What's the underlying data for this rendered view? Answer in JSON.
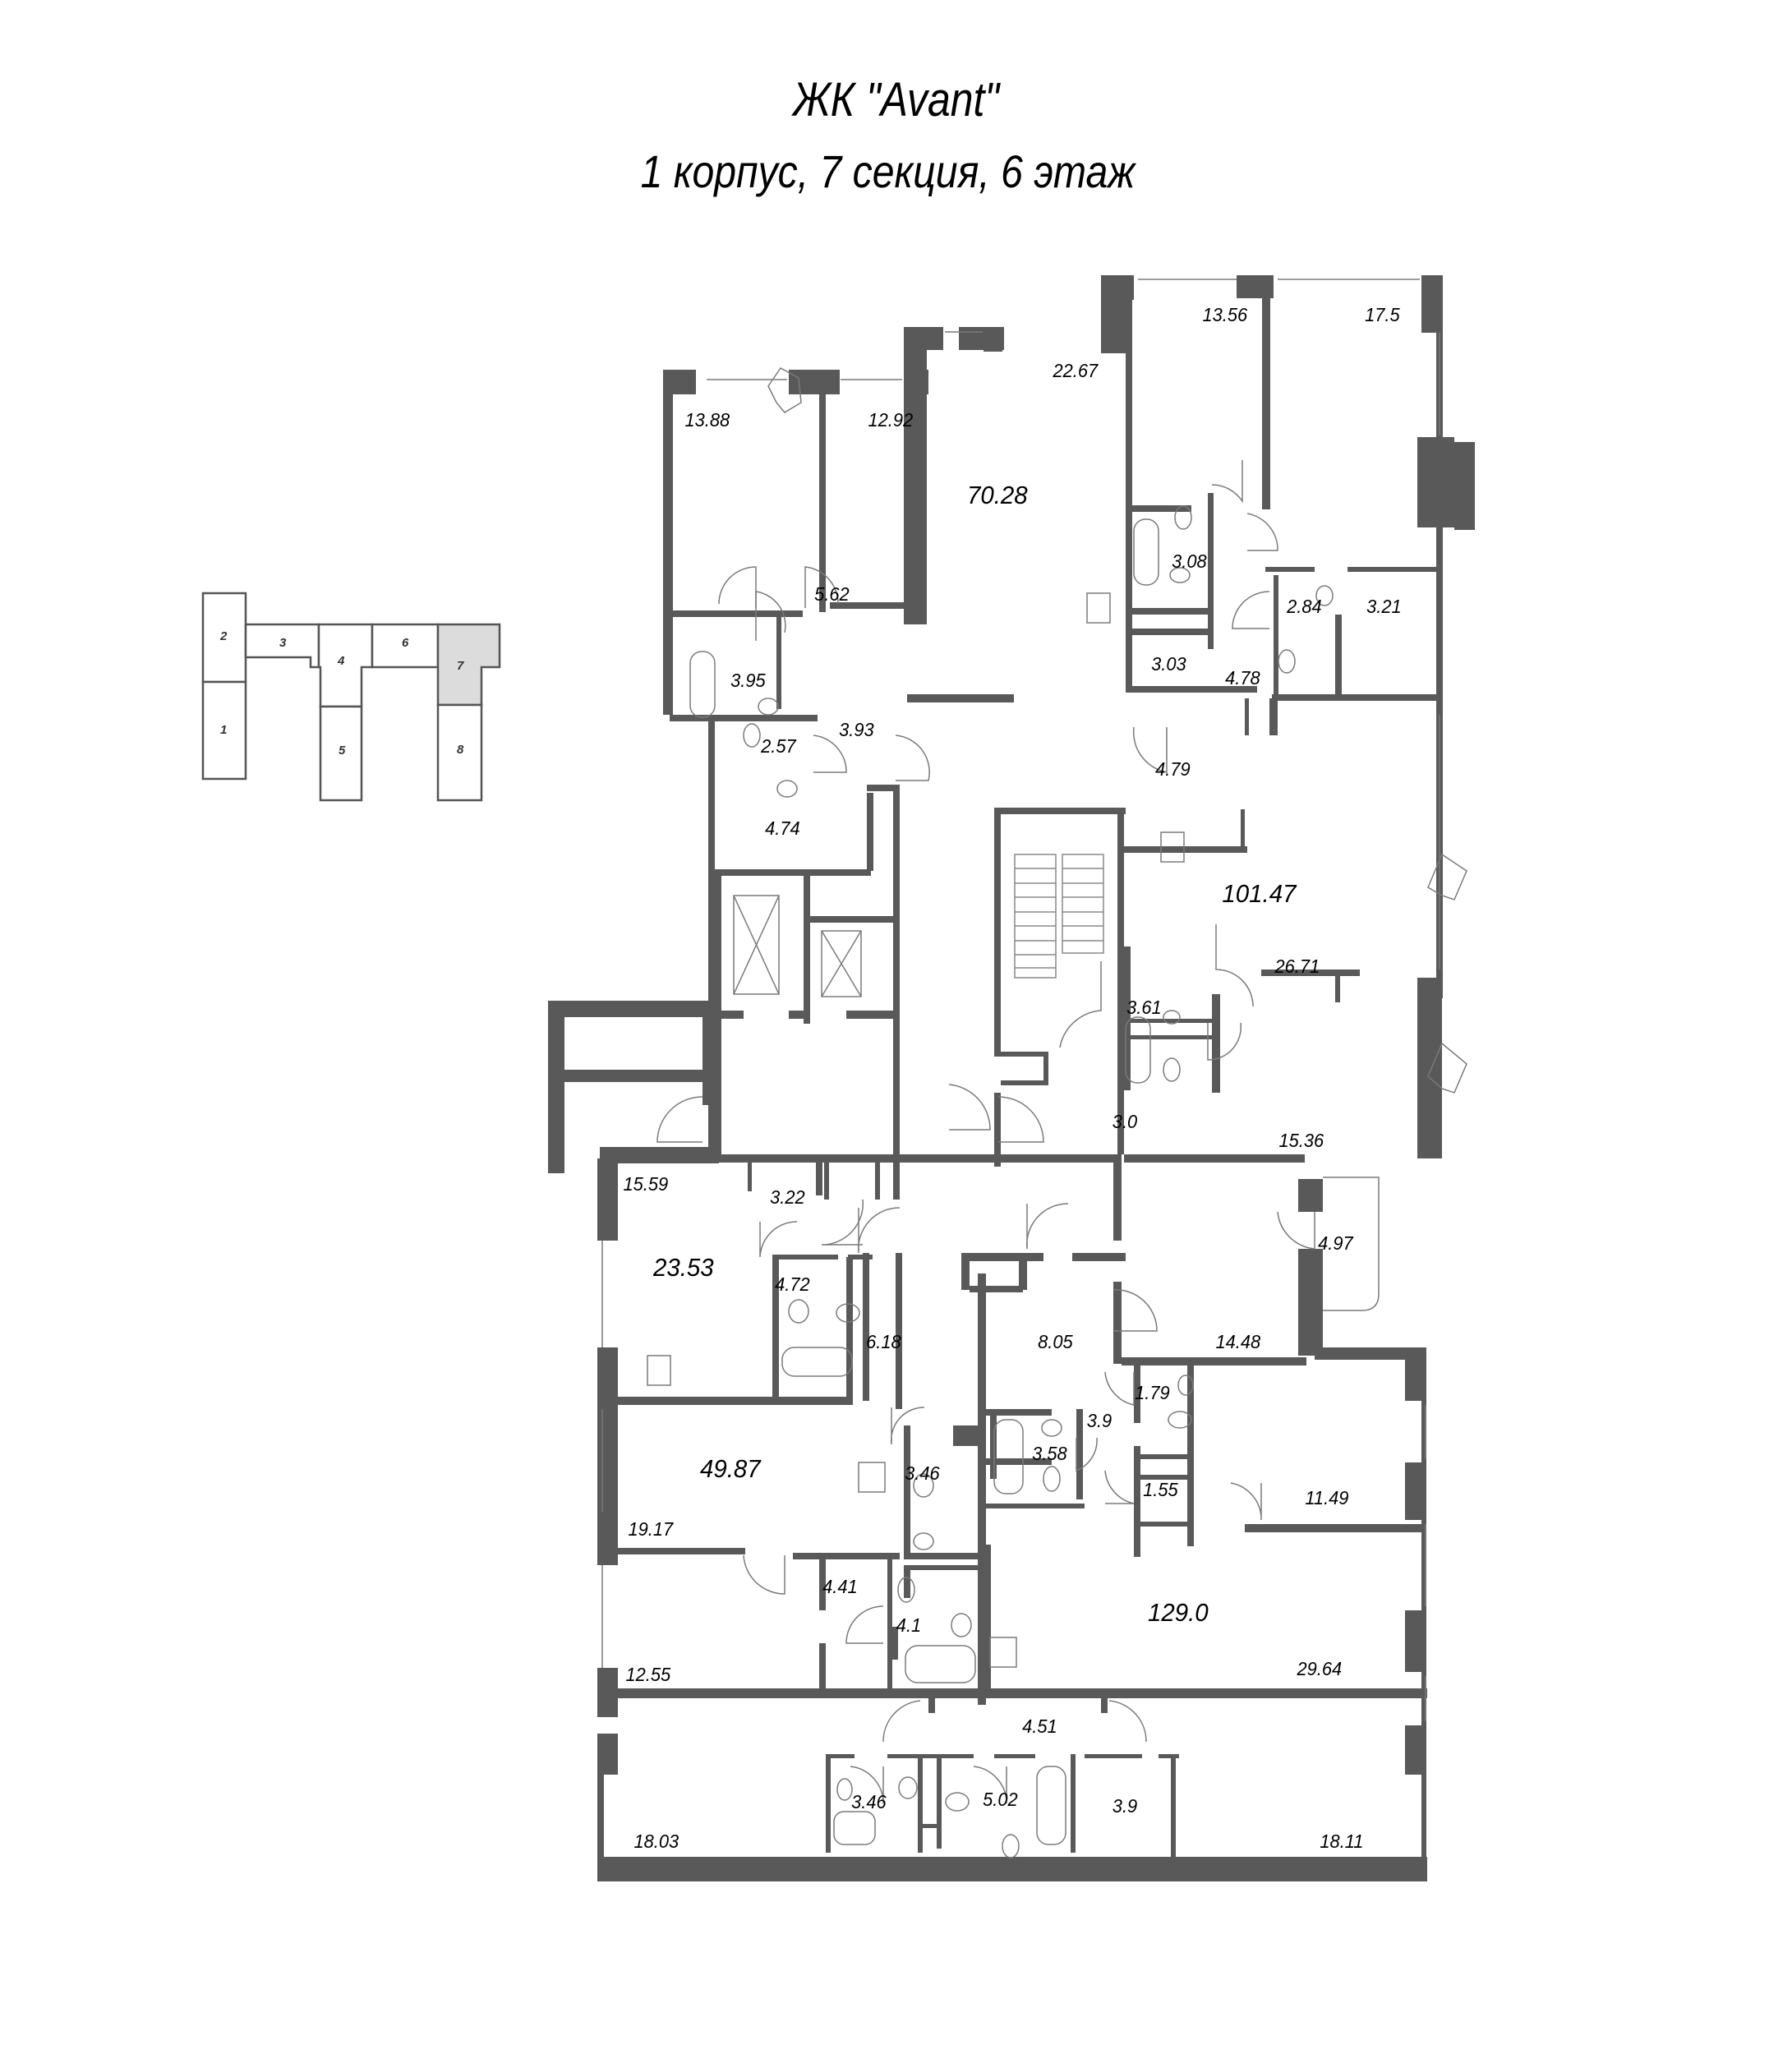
{
  "header": {
    "complex_name": "ЖК \"Avant\"",
    "location": "1 корпус, 7 секция, 6 этаж"
  },
  "key_plan": {
    "sections": [
      "1",
      "2",
      "3",
      "4",
      "5",
      "6",
      "7",
      "8"
    ],
    "highlighted_section": "7",
    "highlight_color": "#dcdcdc"
  },
  "colors": {
    "wall": "#595959",
    "line": "#7a7a7a",
    "background": "#ffffff"
  },
  "apartments": [
    {
      "id": "apt-70",
      "total_area": "70.28",
      "rooms": [
        "13.88",
        "12.92",
        "22.67",
        "5.62",
        "3.95",
        "2.57",
        "3.93",
        "4.74"
      ]
    },
    {
      "id": "apt-101",
      "total_area": "101.47",
      "rooms": [
        "13.56",
        "17.5",
        "3.08",
        "3.03",
        "2.84",
        "3.21",
        "4.78",
        "4.79",
        "26.71",
        "3.61",
        "3.0",
        "15.36"
      ]
    },
    {
      "id": "apt-23",
      "total_area": "23.53",
      "rooms": [
        "15.59",
        "3.22",
        "4.72"
      ]
    },
    {
      "id": "apt-49",
      "total_area": "49.87",
      "rooms": [
        "6.18",
        "3.46",
        "19.17",
        "12.55",
        "4.41",
        "4.1"
      ]
    },
    {
      "id": "apt-129",
      "total_area": "129.0",
      "rooms": [
        "8.05",
        "14.48",
        "4.97",
        "1.79",
        "3.9",
        "3.58",
        "1.55",
        "11.49",
        "29.64",
        "4.51",
        "18.03",
        "3.46",
        "5.02",
        "3.9",
        "18.11"
      ]
    }
  ],
  "labels": {
    "a70_total": "70.28",
    "r13_88": "13.88",
    "r12_92": "12.92",
    "r22_67": "22.67",
    "r5_62": "5.62",
    "r3_95": "3.95",
    "r2_57": "2.57",
    "r3_93": "3.93",
    "r4_74": "4.74",
    "r13_56": "13.56",
    "r17_5": "17.5",
    "r3_08": "3.08",
    "r3_03": "3.03",
    "r2_84": "2.84",
    "r3_21": "3.21",
    "r4_78": "4.78",
    "r4_79": "4.79",
    "a101_total": "101.47",
    "r26_71": "26.71",
    "r3_61": "3.61",
    "r3_0": "3.0",
    "r15_36": "15.36",
    "r15_59": "15.59",
    "r3_22": "3.22",
    "a23_total": "23.53",
    "r4_72": "4.72",
    "r6_18": "6.18",
    "r8_05": "8.05",
    "r14_48": "14.48",
    "r4_97": "4.97",
    "r1_79": "1.79",
    "r3_9a": "3.9",
    "r3_58": "3.58",
    "r1_55": "1.55",
    "r11_49": "11.49",
    "a49_total": "49.87",
    "r3_46a": "3.46",
    "r19_17": "19.17",
    "r4_41": "4.41",
    "r4_1": "4.1",
    "r12_55": "12.55",
    "a129_total": "129.0",
    "r29_64": "29.64",
    "r4_51": "4.51",
    "r18_03": "18.03",
    "r3_46b": "3.46",
    "r5_02": "5.02",
    "r3_9b": "3.9",
    "r18_11": "18.11"
  }
}
